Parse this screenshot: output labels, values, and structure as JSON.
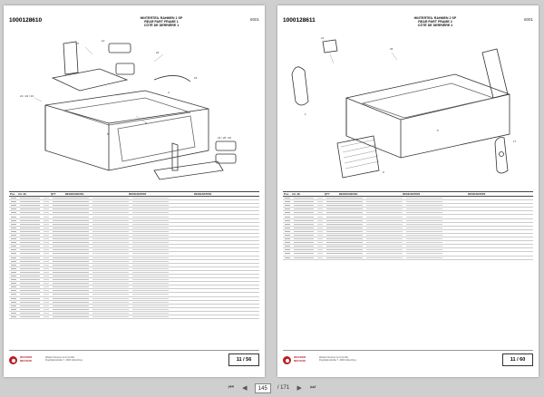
{
  "left_page": {
    "number": "1000128610",
    "title_lines": [
      "HINTERTEIL RAHMEN 1 SP",
      "REAR PART FRAME 1",
      "CÔTÉ DE DERRIÈRE 1"
    ],
    "code": "6001",
    "page_label": "11 / 56",
    "callouts": [
      "27",
      "10",
      "24",
      "21 / 22 / 23",
      "3",
      "4",
      "15",
      "5",
      "24 / 25 / 26"
    ]
  },
  "right_page": {
    "number": "1000128611",
    "title_lines": [
      "HINTERTEIL RAHMEN 2 SP",
      "REAR PART FRAME 2",
      "CÔTÉ DE DERRIÈRE 2"
    ],
    "code": "6001",
    "page_label": "11 / 60",
    "callouts": [
      "21",
      "33",
      "1",
      "6",
      "9",
      "17"
    ]
  },
  "table_headers": [
    "Pos.",
    "Art.-Nr.",
    "QTY",
    "BEZEICHNUNG",
    "DESIGNATION",
    "DESIGNATION"
  ],
  "footer": {
    "brand_lines": [
      "WACKER",
      "NEUSON"
    ],
    "address_lines": [
      "Wacker Neuson Linz GmbH",
      "Flughafenstraße 7, 4063 Hörsching"
    ]
  },
  "toolbar": {
    "current_page": "145",
    "total_pages": "/ 171"
  },
  "colors": {
    "brand": "#b81f24",
    "background": "#cfcfcf"
  }
}
